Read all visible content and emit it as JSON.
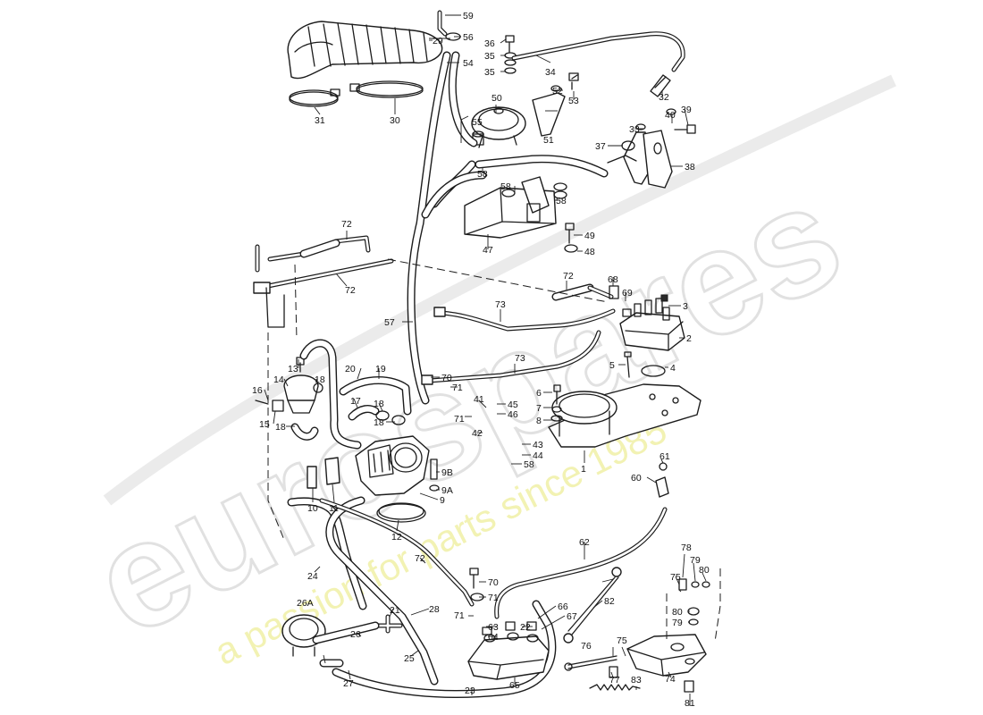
{
  "diagram": {
    "watermark": {
      "brand": "eurospares",
      "tagline": "a passion for parts since 1985"
    },
    "callouts": [
      "1",
      "2",
      "3",
      "4",
      "5",
      "6",
      "7",
      "8",
      "9",
      "9A",
      "9B",
      "10",
      "11",
      "12",
      "13",
      "14",
      "15",
      "16",
      "17",
      "18",
      "19",
      "20",
      "21",
      "22",
      "23",
      "24",
      "25",
      "26",
      "26A",
      "27",
      "28",
      "29",
      "30",
      "31",
      "32",
      "33",
      "34",
      "35",
      "36",
      "37",
      "38",
      "39",
      "40",
      "41",
      "42",
      "43",
      "44",
      "45",
      "46",
      "47",
      "48",
      "49",
      "50",
      "51",
      "52",
      "53",
      "54",
      "55",
      "56",
      "57",
      "58",
      "59",
      "60",
      "61",
      "62",
      "63",
      "64",
      "65",
      "66",
      "67",
      "68",
      "69",
      "70",
      "71",
      "72",
      "73",
      "74",
      "75",
      "76",
      "77",
      "78",
      "79",
      "80",
      "81",
      "82",
      "83"
    ],
    "colors": {
      "ink": "#1c1c1c",
      "watermark_gray": "#dcdcdc",
      "watermark_yellow": "#eeee9a"
    }
  }
}
